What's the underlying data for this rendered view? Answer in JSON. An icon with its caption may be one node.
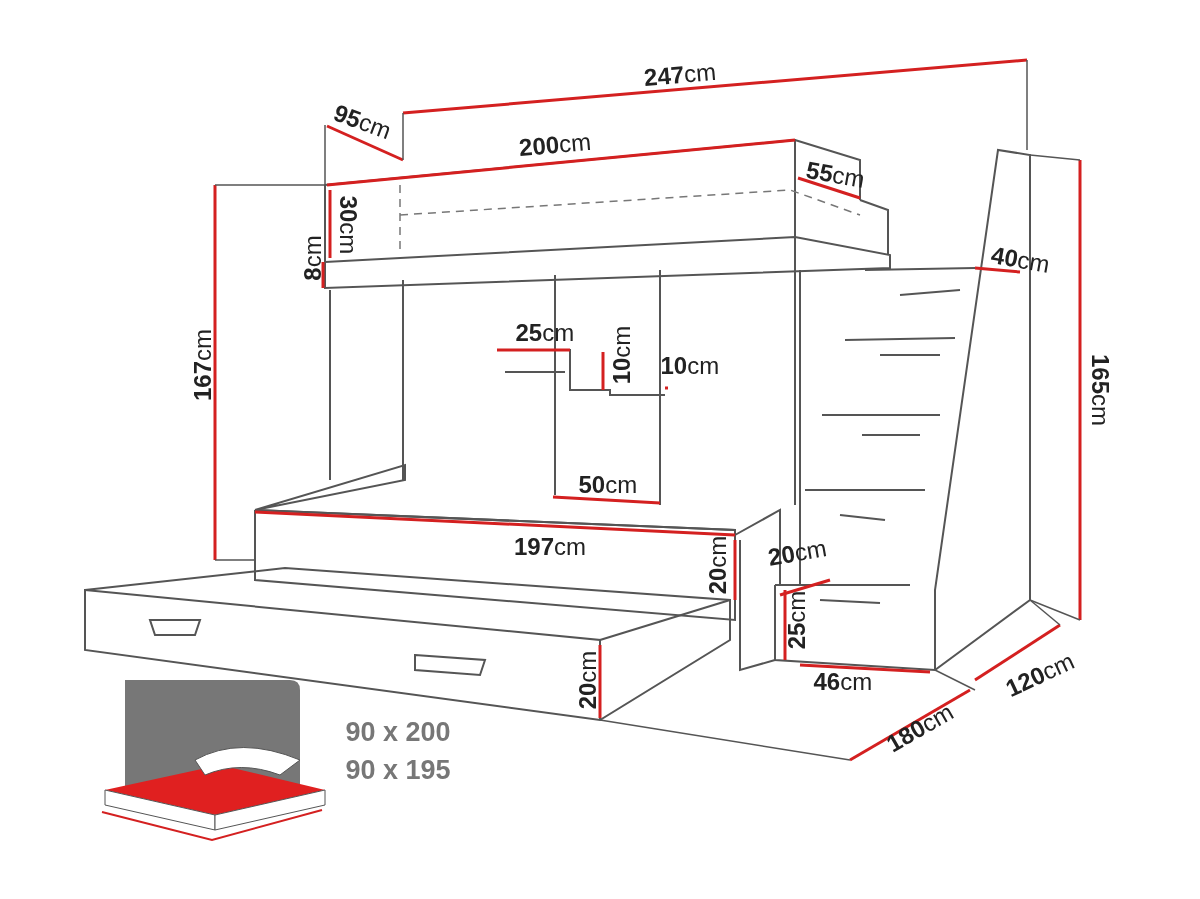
{
  "diagram": {
    "labels": [
      "**247**cm",
      "**95**cm",
      "**200**cm",
      "**55**cm",
      "**30**cm",
      "**8**cm",
      "**40**cm",
      "**167**cm",
      "**165**cm",
      "**25**cm",
      "**10**cm",
      "**10**cm",
      "**50**cm",
      "**197**cm",
      "**20**cm",
      "**20**cm",
      "**25**cm",
      "**20**cm",
      "**46**cm",
      "**120**cm",
      "**180**cm",
      "90 x 200",
      "90 x 195"
    ]
  }
}
